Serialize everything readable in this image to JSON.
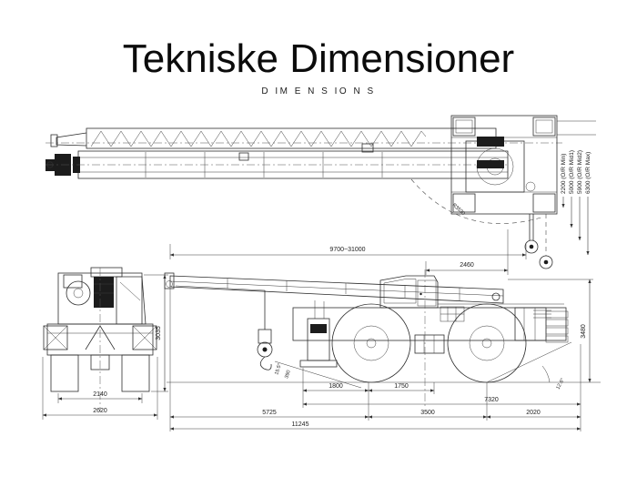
{
  "title": "Tekniske Dimensioner",
  "subtitle": "D IM E N S IO N S",
  "colors": {
    "ink": "#2e2e2e",
    "background": "#ffffff"
  },
  "top_view": {
    "boom_range": "9700~31000",
    "front_width": "2460",
    "swing_radius": "R3530",
    "outriggers": [
      "2200 (O/R Min)",
      "5000 (O/R Mid1)",
      "5900 (O/R Mid2)",
      "6300 (O/R Max)"
    ]
  },
  "rear_view": {
    "track": "2140",
    "overall_width": "2620",
    "height": "3035"
  },
  "side_view": {
    "outrigger_to_axle": "1800",
    "axle_to_center": "1750",
    "frame_length": "7320",
    "front_length": "5725",
    "wheelbase": "3500",
    "rear_overhang": "2020",
    "overall_length": "11245",
    "overall_height": "3480",
    "approach_angle": "15.5°",
    "ground_clearance": "390",
    "departure_angle": "12.6°"
  }
}
